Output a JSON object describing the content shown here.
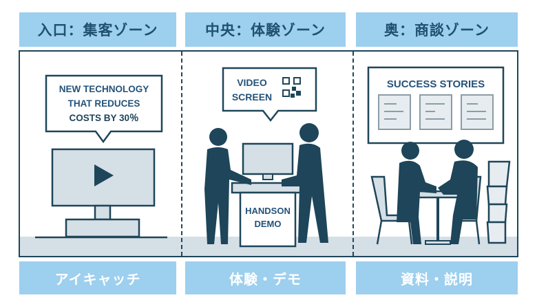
{
  "zones": [
    {
      "header": "入口：集客ゾーン",
      "footer": "アイキャッチ",
      "bubble_lines": [
        "NEW TECHNOLOGY",
        "THAT REDUCES",
        "COSTS BY 30％"
      ],
      "illustration": "monitor-with-play-icon"
    },
    {
      "header": "中央：体験ゾーン",
      "footer": "体験・デモ",
      "bubble_lines": [
        "VIDEO",
        "SCREEN"
      ],
      "bubble_icon": "qr-code-icon",
      "counter_lines": [
        "HANDSON",
        "DEMO"
      ],
      "illustration": "two-people-at-demo-counter"
    },
    {
      "header": "奥：商談ゾーン",
      "footer": "資料・説明",
      "board_title": "SUCCESS STORIES",
      "illustration": "two-people-at-table-with-brochure-rack"
    }
  ],
  "colors": {
    "header_bg": "#9dcfee",
    "header_text": "#1f5070",
    "footer_text": "#ffffff",
    "ink": "#1e4559",
    "fill_light": "#d5dfe6",
    "text_blue": "#24527a"
  }
}
